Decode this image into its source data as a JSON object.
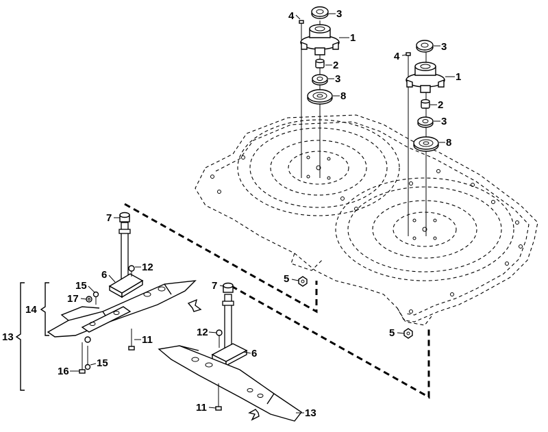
{
  "diagram": {
    "callouts": {
      "p1a": "1",
      "p3a": "3",
      "p4a": "4",
      "p2a": "2",
      "p3b": "3",
      "p8a": "8",
      "p3c": "3",
      "p4b": "4",
      "p1b": "1",
      "p2b": "2",
      "p3d": "3",
      "p8b": "8",
      "p7a": "7",
      "p6a": "6",
      "p12a": "12",
      "p15a": "15",
      "p17": "17",
      "p14": "14",
      "p13a": "13",
      "p11a": "11",
      "p16": "16",
      "p15b": "15",
      "p5a": "5",
      "p7b": "7",
      "p12b": "12",
      "p6b": "6",
      "p5b": "5",
      "p11b": "11",
      "p13b": "13"
    }
  }
}
